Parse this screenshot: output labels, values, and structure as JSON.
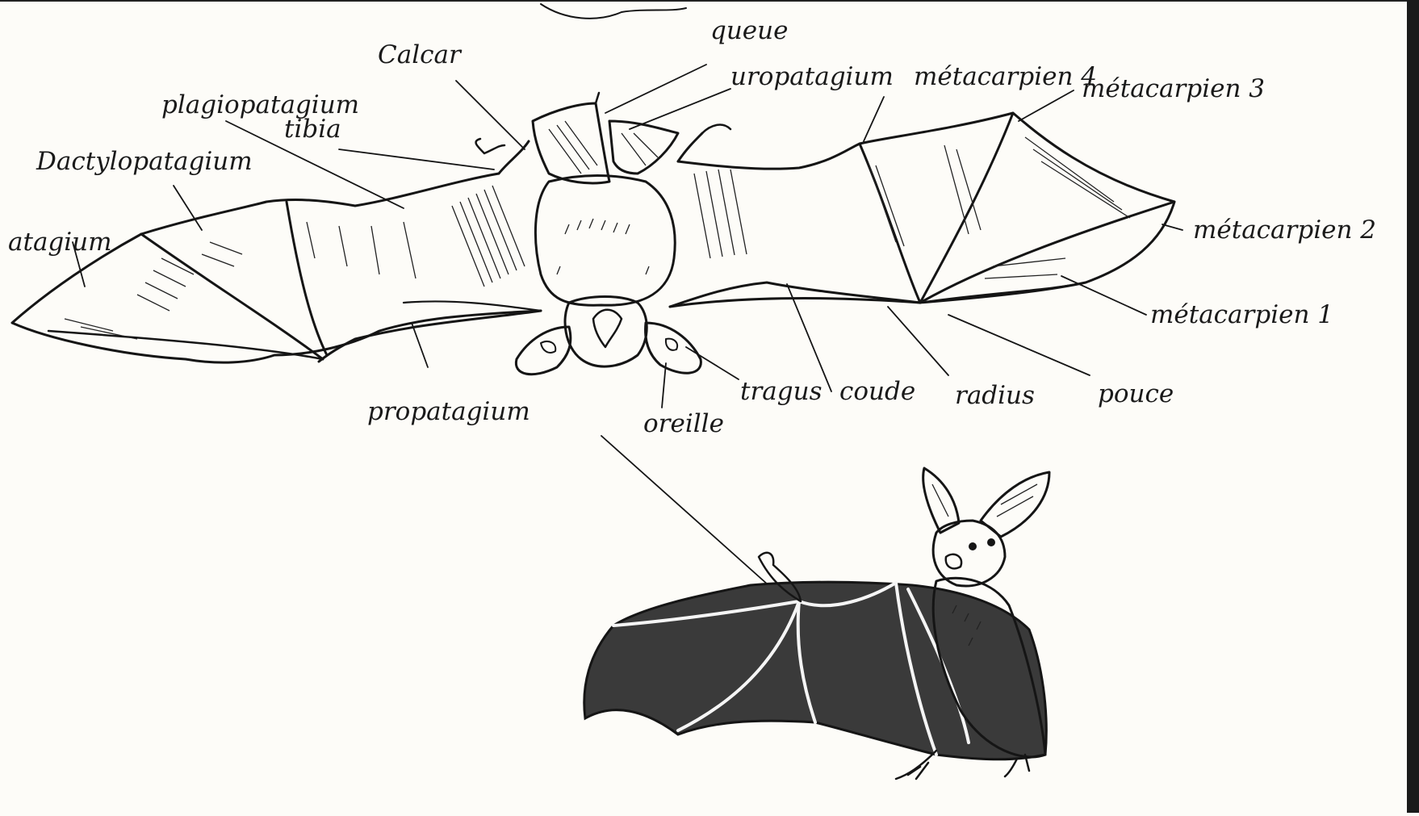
{
  "labels": {
    "queue": "queue",
    "calcar": "Calcar",
    "uropatagium": "uropatagium",
    "metacarpien4": "métacarpien 4",
    "metacarpien3": "métacarpien 3",
    "plagiopatagium": "plagiopatagium",
    "tibia": "tibia",
    "dactylopatagium": "Dactylopatagium",
    "propatagium_left": "atagium",
    "metacarpien2": "métacarpien 2",
    "metacarpien1": "métacarpien 1",
    "propatagium": "propatagium",
    "oreille": "oreille",
    "tragus": "tragus",
    "coude": "coude",
    "radius": "radius",
    "pouce": "pouce"
  },
  "colors": {
    "ink": "#151515",
    "paper": "#fdfcf8",
    "membrane_dark": "#3a3a3a",
    "edge": "#1a1a1a"
  }
}
